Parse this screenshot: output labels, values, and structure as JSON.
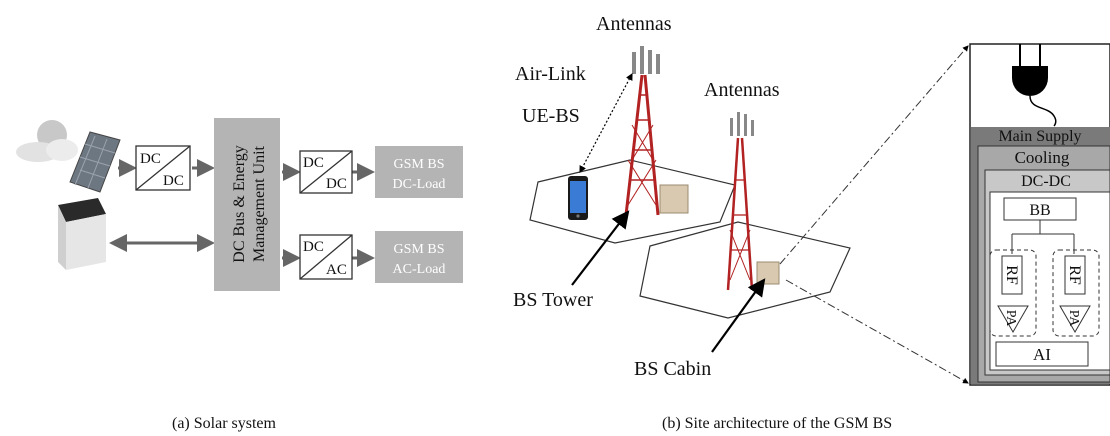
{
  "panel_a": {
    "converter_top": {
      "in": "DC",
      "out": "DC"
    },
    "bus": {
      "line1": "DC Bus & Energy",
      "line2": "Management Unit"
    },
    "converter_dc": {
      "in": "DC",
      "out": "DC"
    },
    "converter_ac": {
      "in": "DC",
      "out": "AC"
    },
    "load_dc": {
      "line1": "GSM BS",
      "line2": "DC-Load"
    },
    "load_ac": {
      "line1": "GSM BS",
      "line2": "AC-Load"
    },
    "caption": "(a)   Solar system"
  },
  "panel_b": {
    "antennas_1": "Antennas",
    "antennas_2": "Antennas",
    "air_link_1": "Air-Link",
    "air_link_2": "UE-BS",
    "bs_tower": "BS Tower",
    "bs_cabin": "BS Cabin",
    "caption": "(b)   Site architecture of the GSM BS"
  },
  "cabin": {
    "main_supply": "Main Supply",
    "cooling": "Cooling",
    "dcdc": "DC-DC",
    "bb": "BB",
    "rf_left": "RF",
    "pa_left": "PA",
    "rf_right": "RF",
    "pa_right": "PA",
    "ai": "AI"
  }
}
